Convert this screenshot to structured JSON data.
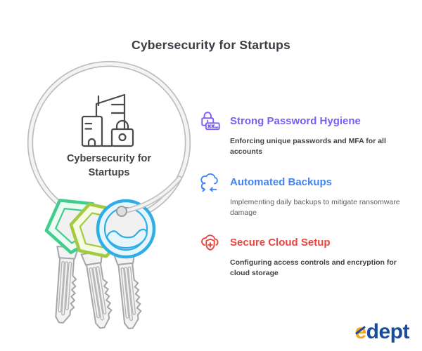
{
  "title": "Cybersecurity for Startups",
  "keyring": {
    "label": "Cybersecurity for Startups",
    "center_icon": "city-buildings-lock-icon",
    "ring_color": "#BDBDBD",
    "key_colors": {
      "green": "#3FCE8E",
      "lime": "#A4CA43",
      "blue": "#2EAEE4"
    }
  },
  "sections": [
    {
      "icon": "password-lock-icon",
      "title": "Strong Password Hygiene",
      "description": "Enforcing unique passwords and MFA for all accounts",
      "accent": "#7B5CF5"
    },
    {
      "icon": "cloud-sync-icon",
      "title": "Automated Backups",
      "description": "Implementing daily backups to mitigate ransomware damage",
      "accent": "#4285F4"
    },
    {
      "icon": "cloud-shield-plus-icon",
      "title": "Secure Cloud Setup",
      "description": "Configuring access controls and encryption for cloud storage",
      "accent": "#E8453E"
    }
  ],
  "logo": {
    "brand_first": "e",
    "brand_rest": "dept",
    "accent_color": "#F6A21E",
    "text_color": "#1B4C9C"
  }
}
